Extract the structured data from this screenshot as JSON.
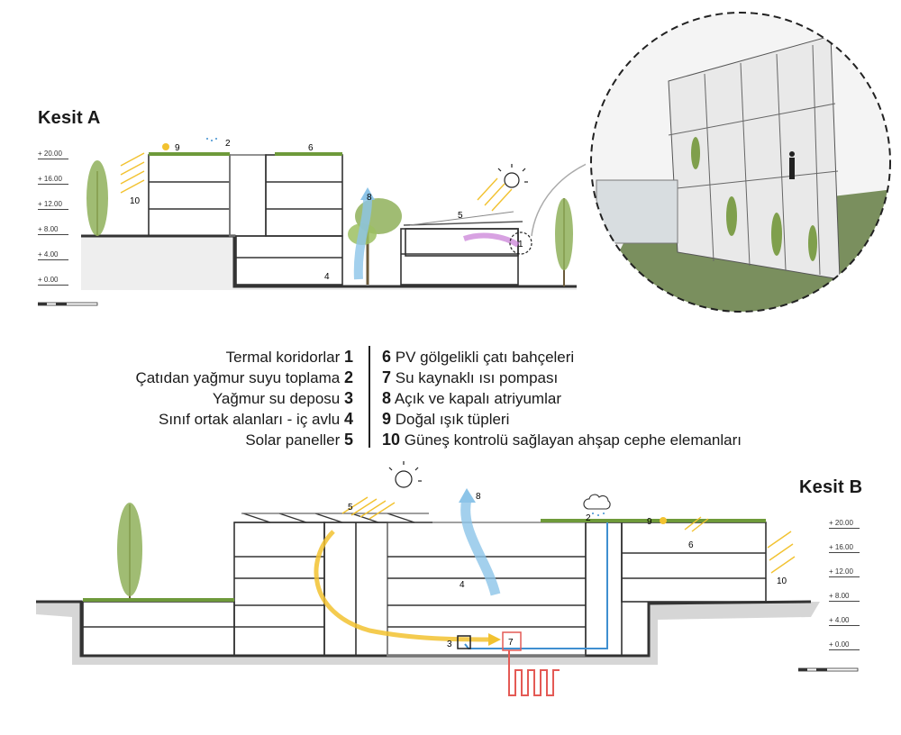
{
  "section_a": {
    "title": "Kesit A",
    "elevations": [
      "+ 20.00",
      "+ 16.00",
      "+ 12.00",
      "+ 8.00",
      "+ 4.00",
      "+ 0.00"
    ],
    "markers": [
      "9",
      "2",
      "6",
      "10",
      "8",
      "5",
      "4",
      "1"
    ]
  },
  "section_b": {
    "title": "Kesit B",
    "elevations": [
      "+ 20.00",
      "+ 16.00",
      "+ 12.00",
      "+ 8.00",
      "+ 4.00",
      "+ 0.00"
    ],
    "markers": [
      "5",
      "8",
      "2",
      "9",
      "6",
      "10",
      "4",
      "3",
      "7"
    ]
  },
  "legend": {
    "left": [
      {
        "label": "Termal koridorlar",
        "num": "1"
      },
      {
        "label": "Çatıdan yağmur suyu toplama",
        "num": "2"
      },
      {
        "label": "Yağmur su deposu",
        "num": "3"
      },
      {
        "label": "Sınıf ortak alanları - iç avlu",
        "num": "4"
      },
      {
        "label": "Solar paneller",
        "num": "5"
      }
    ],
    "right": [
      {
        "num": "6",
        "label": "PV gölgelikli çatı bahçeleri"
      },
      {
        "num": "7",
        "label": "Su kaynaklı ısı pompası"
      },
      {
        "num": "8",
        "label": "Açık ve kapalı atriyumlar"
      },
      {
        "num": "9",
        "label": "Doğal ışık tüpleri"
      },
      {
        "num": "10",
        "label": "Güneş kontrolü sağlayan ahşap cephe elemanları"
      }
    ]
  },
  "colors": {
    "sun_arrows": "#f2c230",
    "air_arrow": "#8cc4e8",
    "thermal": "#c77ad6",
    "heat_pump": "#e45a55",
    "water_pipe": "#3f8fd0",
    "greenery": "#6e9a3a",
    "ground": "#5a5a5a"
  },
  "icons": [
    "sun-icon",
    "cloud-rain-icon",
    "tree-icon",
    "detail-magnifier-icon"
  ]
}
